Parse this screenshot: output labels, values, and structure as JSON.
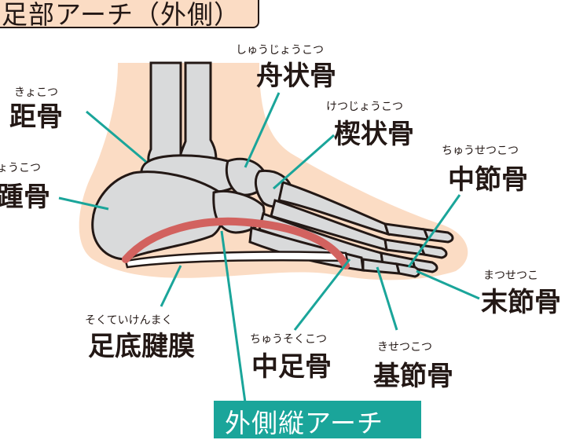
{
  "title": "足部アーチ（外側）",
  "arch_label": "外側縦アーチ",
  "labels": {
    "talus": {
      "ruby": "きょこつ",
      "name": "距骨"
    },
    "calcaneus": {
      "ruby": "ょうこつ",
      "name": "踵骨"
    },
    "navicular": {
      "ruby": "しゅうじょうこつ",
      "name": "舟状骨"
    },
    "cuneiform": {
      "ruby": "けつじょうこつ",
      "name": "楔状骨"
    },
    "middle_phalanx": {
      "ruby": "ちゅうせつこつ",
      "name": "中節骨"
    },
    "distal_phalanx": {
      "ruby": "まつせつこ",
      "name": "末節骨"
    },
    "plantar_fascia": {
      "ruby": "そくていけんまく",
      "name": "足底腱膜"
    },
    "metatarsal": {
      "ruby": "ちゅうそくこつ",
      "name": "中足骨"
    },
    "proximal_phalanx": {
      "ruby": "きせつこつ",
      "name": "基節骨"
    }
  },
  "colors": {
    "skin": "#fbdcc4",
    "bone": "#d9dadb",
    "outline": "#231815",
    "leader": "#1aa59a",
    "arch_red": "#d2625f"
  }
}
